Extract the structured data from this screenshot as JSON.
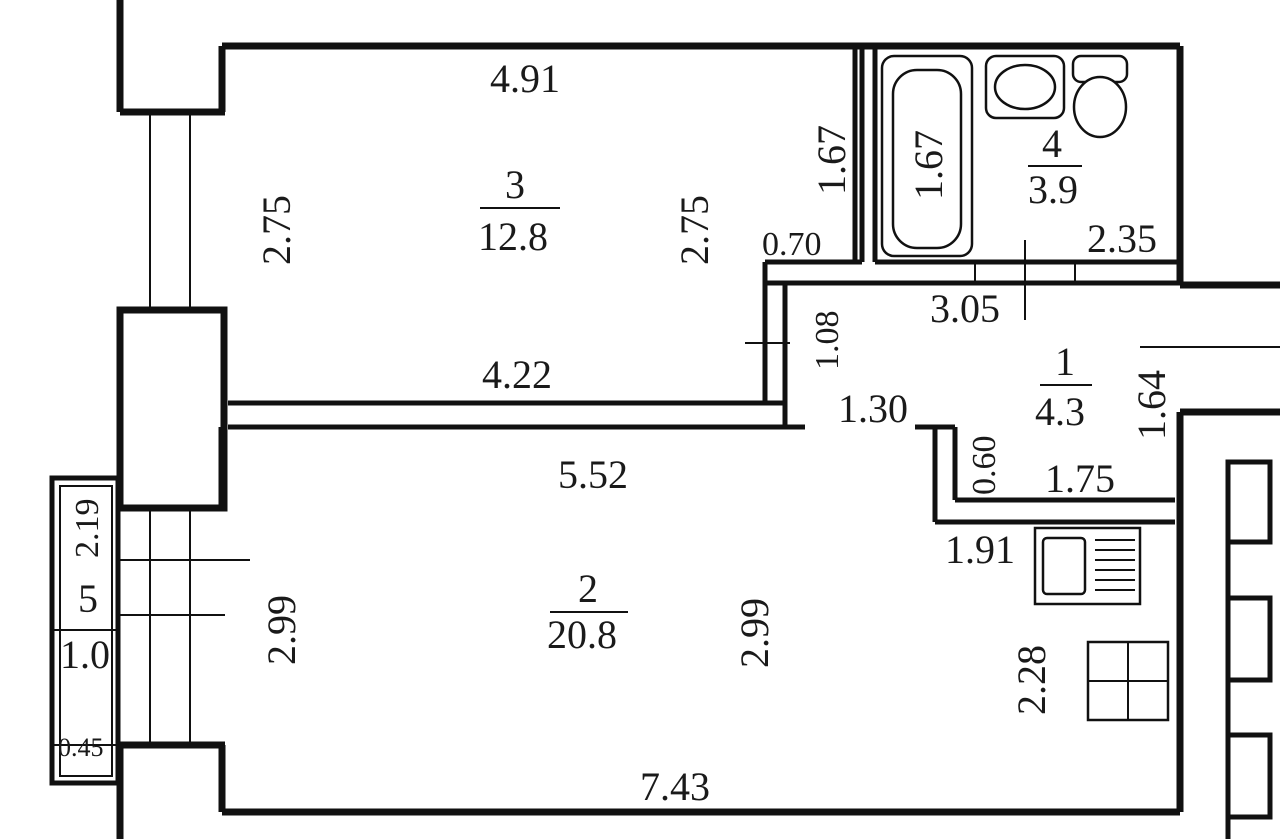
{
  "rooms": [
    {
      "id": "1",
      "number": "1",
      "area": "4.3"
    },
    {
      "id": "2",
      "number": "2",
      "area": "20.8"
    },
    {
      "id": "3",
      "number": "3",
      "area": "12.8"
    },
    {
      "id": "4",
      "number": "4",
      "area": "3.9"
    },
    {
      "id": "5",
      "number": "5"
    }
  ],
  "dimensions": {
    "room3_top": "4.91",
    "room3_left": "2.75",
    "room3_right": "2.75",
    "room3_bottom": "4.22",
    "room3_niche_h": "1.67",
    "room3_niche_w": "0.70",
    "bath_length": "1.67",
    "wc_width": "2.35",
    "hall_top": "3.05",
    "hall_door": "1.08",
    "hall_right": "1.64",
    "hall_opening": "1.30",
    "hall_niche_h": "0.60",
    "hall_niche_w": "1.75",
    "room2_top": "5.52",
    "room2_left": "2.99",
    "room2_right": "2.99",
    "room2_bottom": "7.43",
    "kitchen_w": "1.91",
    "kitchen_h": "2.28",
    "balcony_top": "2.19",
    "balcony_mid": "1.0",
    "balcony_bottom": "0.45"
  }
}
